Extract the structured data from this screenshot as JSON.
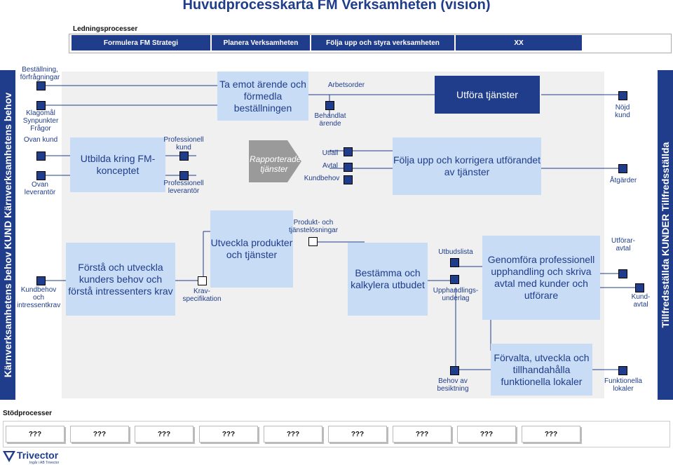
{
  "title": "Huvudprocesskarta FM Verksamheten (vision)",
  "management": {
    "label": "Ledningsprocesser",
    "items": [
      "Formulera FM Strategi",
      "Planera Verksamheten",
      "Följa upp och styra verksamheten",
      "XX"
    ]
  },
  "left_sidebar": "Kärnverksamhetens behov KUND Kärnverksamhetens behov",
  "right_sidebar": "Tillfredsställda   KUNDER   Tillfredsställda",
  "inputs": {
    "bestallning": "Beställning, förfrågningar",
    "klagomal": "Klagomål Synpunkter Frågor",
    "ovan_kund": "Ovan kund",
    "ovan_lev": "Ovan leverantör",
    "kundbehov": "Kundbehov och intressentkrav"
  },
  "boxes": {
    "utbilda": "Utbilda kring FM-konceptet",
    "forsta": "Förstå och utveckla kunders behov och förstå intressenters krav",
    "ta_emot": "Ta emot ärende och förmedla beställningen",
    "rapporterade": "Rapporterade tjänster",
    "utveckla": "Utveckla produkter och tjänster",
    "utfora": "Utföra tjänster",
    "folja": "Följa upp och korrigera utförandet av tjänster",
    "bestamma": "Bestämma och kalkylera utbudet",
    "genomfora": "Genomföra professionell upphandling och skriva avtal med kunder och utförare",
    "forvalta": "Förvalta, utveckla och tillhandahålla funktionella lokaler"
  },
  "labels": {
    "prof_kund": "Professionell kund",
    "prof_lev": "Professionell leverantör",
    "kravspec": "Krav-specifikation",
    "arbetsorder": "Arbetsorder",
    "behandlat": "Behandlat ärende",
    "utfall": "Utfall",
    "avtal": "Avtal",
    "kundbehov2": "Kundbehov",
    "produkt": "Produkt- och tjänstelösningar",
    "utbudslista": "Utbudslista",
    "upphandlings": "Upphandlings-underlag",
    "behov_av": "Behov av besiktning",
    "nojd": "Nöjd kund",
    "atgarder": "Åtgärder",
    "utforar": "Utförar-avtal",
    "kundavtal": "Kund-avtal",
    "funktionella": "Funktionella lokaler"
  },
  "support": {
    "label": "Stödprocesser",
    "items": [
      "???",
      "???",
      "???",
      "???",
      "???",
      "???",
      "???",
      "???",
      "???"
    ]
  },
  "logo": {
    "name": "Trivector",
    "sub": "Ingår i AB Trivector"
  },
  "colors": {
    "navy": "#1f3d8a",
    "light_box": "#c9dcf6"
  }
}
